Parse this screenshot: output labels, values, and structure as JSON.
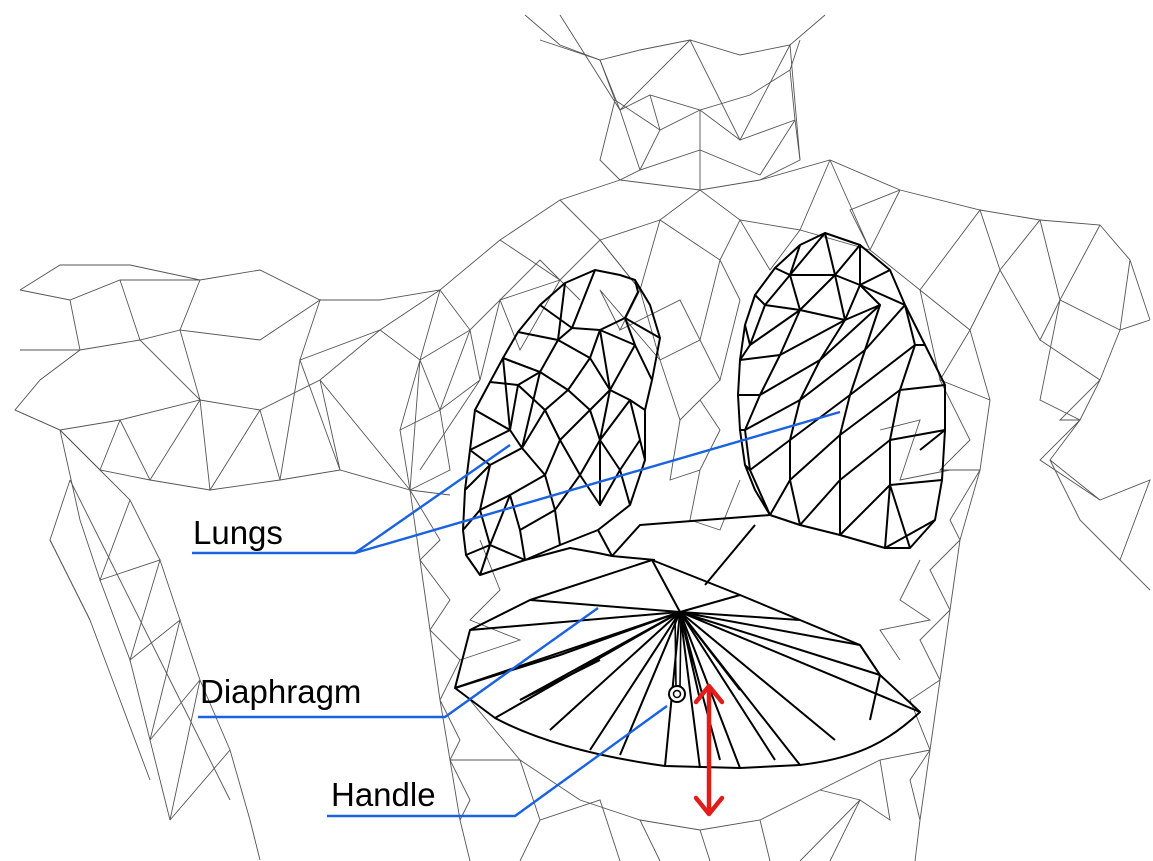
{
  "labels": {
    "lungs": "Lungs",
    "diaphragm": "Diaphragm",
    "handle": "Handle"
  },
  "colors": {
    "leader": "#1a63e0",
    "arrow": "#e21b1b",
    "organ": "#000000",
    "mesh": "#555555"
  }
}
